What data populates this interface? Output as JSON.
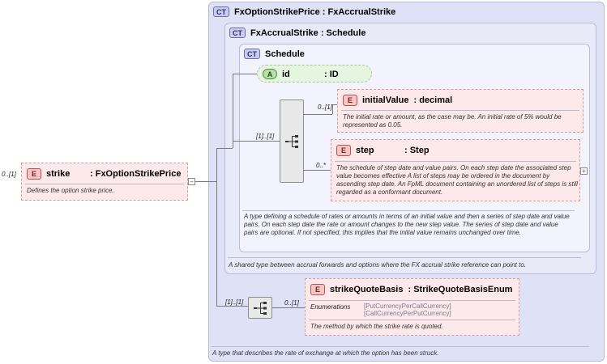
{
  "root": {
    "cardinality": "0..[1]",
    "badge": "E",
    "name": "strike",
    "type": ": FxOptionStrikePrice",
    "doc": "Defines the option strike price."
  },
  "ct_outer": {
    "badge": "CT",
    "title": "FxOptionStrikePrice : FxAccrualStrike",
    "doc": "A type that describes the rate of exchange at which the option has been struck."
  },
  "ct_mid": {
    "badge": "CT",
    "title": "FxAccrualStrike : Schedule",
    "doc": "A shared type between accrual forwards and options where the FX accrual strike reference can point to."
  },
  "ct_inner": {
    "badge": "CT",
    "title": "Schedule",
    "doc": "A type defining a schedule of rates or amounts in terms of an initial value and then a series of step date and value pairs. On each step date the rate or amount changes to the new step value. The series of step date and value pairs are optional. If not specified, this implies that the initial value remains unchanged over time."
  },
  "attr_id": {
    "badge": "A",
    "name": "id",
    "type": ": ID"
  },
  "seq_schedule": {
    "cardinality": "[1]..[1]"
  },
  "initial_value": {
    "cardinality": "0..[1]",
    "badge": "E",
    "name": "initialValue",
    "type": ": decimal",
    "doc": "The initial rate or amount, as the case may be. An initial rate of 5% would be represented as 0.05."
  },
  "step": {
    "cardinality": "0..*",
    "badge": "E",
    "name": "step",
    "type": ": Step",
    "doc": "The schedule of step date and value pairs. On each step date the associated step value becomes effective A list of steps may be ordered in the document by ascending step date. An FpML document containing an unordered list of steps is still regarded as a conformant document.",
    "expand": "+"
  },
  "seq_strike": {
    "cardinality": "[1]..[1]"
  },
  "strike_quote_basis": {
    "cardinality": "0..[1]",
    "badge": "E",
    "name": "strikeQuoteBasis",
    "type": ": StrikeQuoteBasisEnum",
    "enum_label": "Enumerations",
    "enum_values": [
      "[PutCurrencyPerCallCurrency]",
      "[CallCurrencyPerPutCurrency]"
    ],
    "doc": "The method by which the strike rate is quoted."
  },
  "collapse": "−"
}
